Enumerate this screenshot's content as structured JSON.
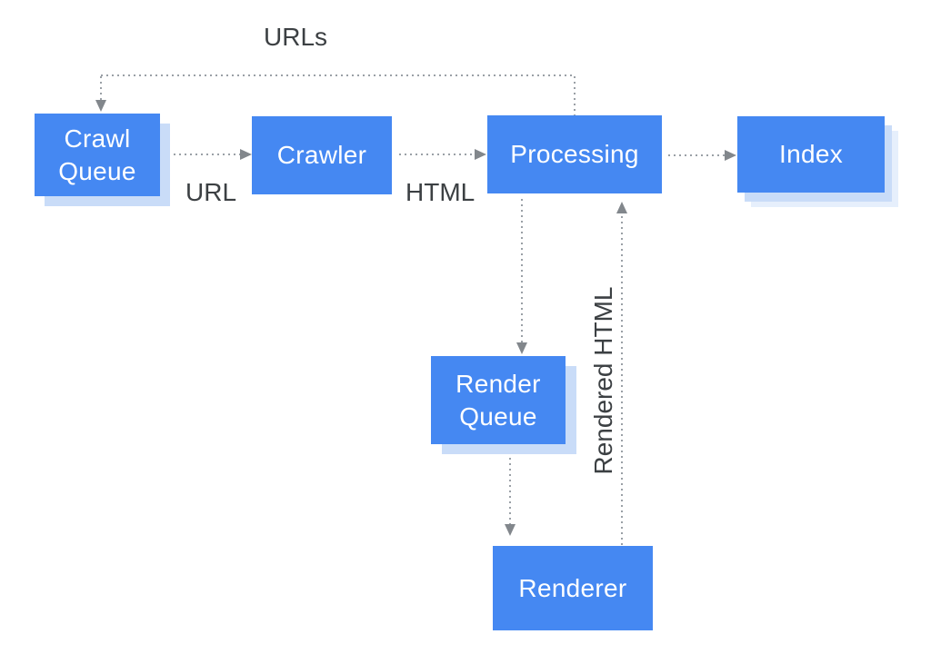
{
  "diagram": {
    "type": "flowchart",
    "background_color": "#ffffff",
    "node_fill_color": "#4588f2",
    "node_text_color": "#ffffff",
    "node_shadow_color": "#c9dcf8",
    "node_shadow_color_light": "#e6effc",
    "dotted_line_color": "#9aa0a6",
    "arrowhead_color": "#82878c",
    "edge_label_color": "#3c4043"
  },
  "nodes": {
    "crawl_queue": {
      "label": "Crawl Queue"
    },
    "crawler": {
      "label": "Crawler"
    },
    "processing": {
      "label": "Processing"
    },
    "index": {
      "label": "Index"
    },
    "render_queue": {
      "label": "Render Queue"
    },
    "renderer": {
      "label": "Renderer"
    }
  },
  "edge_labels": {
    "urls": "URLs",
    "url": "URL",
    "html": "HTML",
    "rendered_html": "Rendered HTML"
  },
  "edges": [
    {
      "from": "crawl_queue",
      "to": "crawler",
      "label": "URL",
      "style": "dotted-arrow"
    },
    {
      "from": "crawler",
      "to": "processing",
      "label": "HTML",
      "style": "dotted-arrow"
    },
    {
      "from": "processing",
      "to": "index",
      "label": "",
      "style": "dotted-arrow"
    },
    {
      "from": "processing",
      "to": "crawl_queue",
      "label": "URLs",
      "style": "dotted-arrow"
    },
    {
      "from": "processing",
      "to": "render_queue",
      "label": "",
      "style": "dotted-arrow"
    },
    {
      "from": "render_queue",
      "to": "renderer",
      "label": "",
      "style": "dotted-arrow"
    },
    {
      "from": "renderer",
      "to": "processing",
      "label": "Rendered HTML",
      "style": "dotted-arrow"
    }
  ]
}
